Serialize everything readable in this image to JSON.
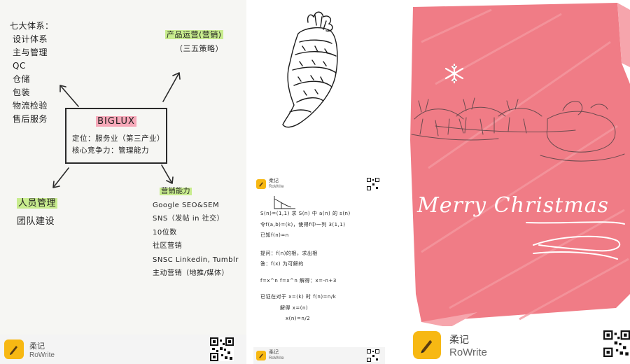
{
  "panel1": {
    "left_list": [
      "七大体系：",
      "设计体系",
      "主与管理",
      "QC",
      "仓储",
      "包装",
      "物流检验",
      "售后服务"
    ],
    "center_title": "BIGLUX",
    "center_lines": [
      "定位：服务业（第三产业）",
      "核心竞争力：管理能力"
    ],
    "top_right_title": "产品运营(营销)",
    "top_right_sub": "（三五策略）",
    "bottom_left_title": "人员管理",
    "bottom_left_sub": "团队建设",
    "bottom_right_title": "营销能力",
    "bottom_right_items": [
      "Google SEO&SEM",
      "SNS（发帖 in 社交）",
      "10位数",
      "社区营销",
      "SNSC Linkedin, Tumblr",
      "主动营销（地推/媒体）"
    ]
  },
  "panel3": {
    "math_lines": [
      "S(n)=(1,1) 求 S(n) 中 a(n) 的 s(n)",
      "令f(a,b)=(k)，使得f中一列 3(1,1)",
      "已知f(n)=n",
      "提问：f(n)的根，求出根",
      "答：f(x) 为可解的",
      "f=x^n  f=x^n  解得：x=-n+3",
      "已证在对于 x=(k) 时 f(n)=n/k",
      "解得 x=(n)",
      "x(n)=n/2"
    ]
  },
  "panel4": {
    "greeting": "Merry Christmas"
  },
  "app": {
    "name": "柔记",
    "sub": "RoWrite",
    "icon": "pencil-icon"
  },
  "colors": {
    "pink": "#f07c86",
    "paper": "#f6f6f3",
    "accent": "#f7b813"
  }
}
